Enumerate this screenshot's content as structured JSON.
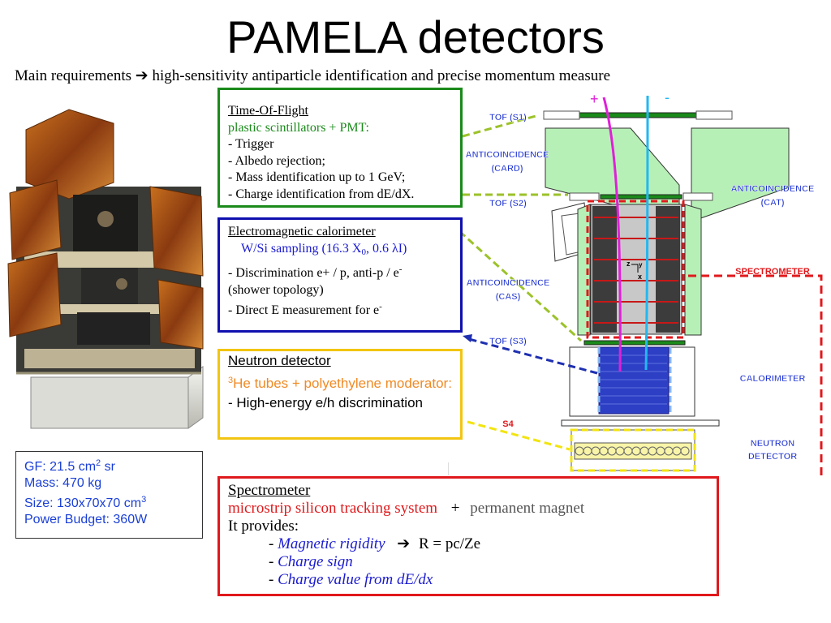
{
  "title": "PAMELA detectors",
  "subtitle": {
    "lead": "Main requirements",
    "arrow": "➔",
    "text": "high-sensitivity antiparticle identification and precise momentum measure"
  },
  "tof": {
    "heading": "Time-Of-Flight",
    "tech": "plastic scintillators + PMT:",
    "items": [
      "- Trigger",
      "- Albedo rejection;",
      "- Mass identification up to 1 GeV;",
      "- Charge identification from dE/dX."
    ]
  },
  "calo": {
    "heading": "Electromagnetic calorimeter",
    "tech_a": "W/Si sampling (16.3 X",
    "tech_sub": "0",
    "tech_b": ", 0.6 λI)",
    "item1": "- Discrimination e+ / p,  anti-p / e",
    "item1_sup": "-",
    "item2": " (shower topology)",
    "item3": "- Direct E measurement for e",
    "item3_sup": "-"
  },
  "neutron": {
    "heading": "Neutron detector",
    "tech_sup": "3",
    "tech": "He tubes + polyethylene moderator:",
    "item": "- High-energy e/h discrimination"
  },
  "spectrometer": {
    "heading": "Spectrometer",
    "tech": "microstrip silicon tracking system",
    "plus": "+",
    "magnet": "permanent magnet",
    "provides": "It provides:",
    "items": [
      {
        "dash": "- ",
        "label": "Magnetic rigidity",
        "arrow": "➔",
        "formula": "R = pc/Ze"
      },
      {
        "dash": "- ",
        "label": "Charge sign"
      },
      {
        "dash": "- ",
        "label": "Charge value from dE/dx"
      }
    ]
  },
  "specs": {
    "gf_a": "GF: 21.5 cm",
    "gf_sup": "2",
    "gf_b": " sr",
    "mass": "Mass: 470 kg",
    "size_a": "Size: 130x70x70 cm",
    "size_sup": "3",
    "power": "Power Budget: 360W"
  },
  "diagram_labels": {
    "plus": "+",
    "minus": "-",
    "tof_s1": "TOF (S1)",
    "card_1": "ANTICOINCIDENCE",
    "card_2": "(CARD)",
    "tof_s2": "TOF (S2)",
    "cat_1": "ANTICOINCIDENCE",
    "cat_2": "(CAT)",
    "spectrometer": "SPECTROMETER",
    "cas_1": "ANTICOINCIDENCE",
    "cas_2": "(CAS)",
    "axis_z": "z",
    "axis_y": "y",
    "axis_x": "x",
    "tof_s3": "TOF (S3)",
    "calorimeter": "CALORIMETER",
    "s4": "S4",
    "nd_1": "NEUTRON",
    "nd_2": "DETECTOR"
  },
  "colors": {
    "tof_border": "#1a8a1a",
    "calo_border": "#1010b0",
    "neutron_border": "#f2c511",
    "spectrometer_border": "#e0191c",
    "specs_text": "#1a3fd6",
    "diagram_label": "#1a2fd0",
    "spectrometer_label": "#e0191c"
  }
}
